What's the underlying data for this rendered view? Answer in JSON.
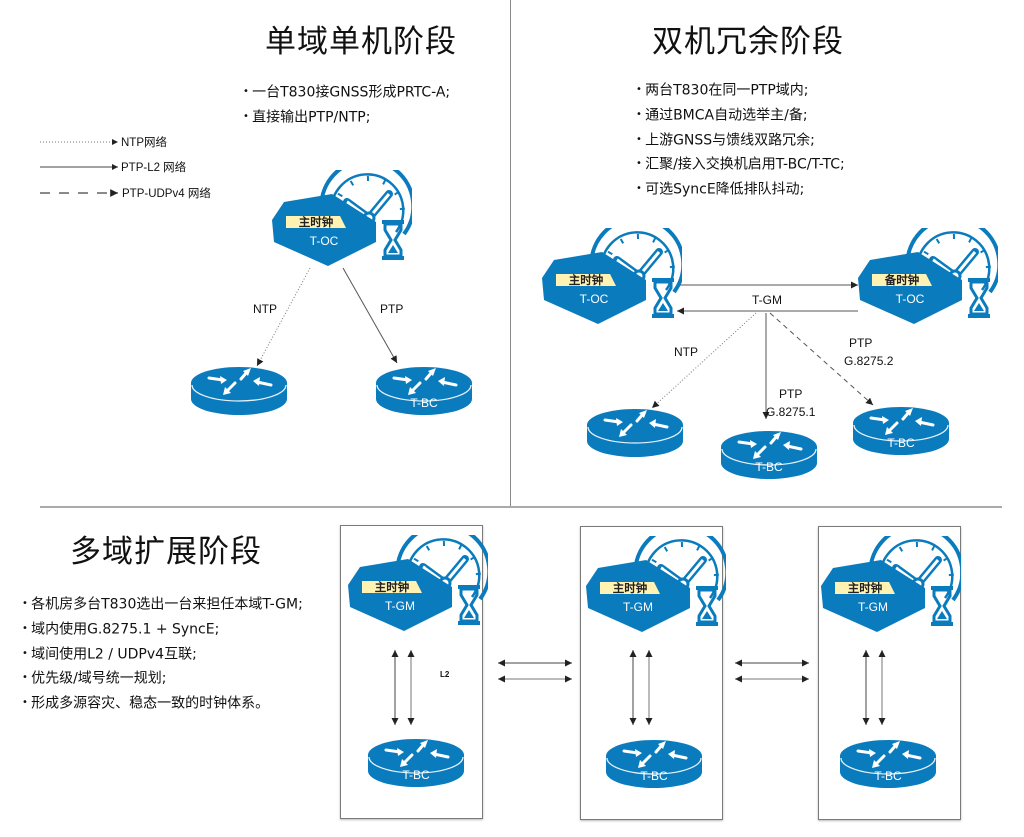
{
  "colors": {
    "device_blue": "#0a7bbd",
    "label_bg": "#fff2b3",
    "line": "#444444",
    "divider": "#999999"
  },
  "legend": [
    {
      "style": "dotted",
      "label": "NTP网络"
    },
    {
      "style": "solid",
      "label": "PTP-L2 网络"
    },
    {
      "style": "dashed",
      "label": "PTP-UDPv4 网络"
    }
  ],
  "stage1": {
    "title": "单域单机阶段",
    "bullets": [
      "一台T830接GNSS形成PRTC-A;",
      "直接输出PTP/NTP;"
    ],
    "clock": {
      "tag": "主时钟",
      "role": "T-OC"
    },
    "links": [
      {
        "label": "NTP",
        "style": "dotted"
      },
      {
        "label": "PTP",
        "style": "solid"
      }
    ],
    "routers": [
      {
        "label": ""
      },
      {
        "label": "T-BC"
      }
    ]
  },
  "stage2": {
    "title": "双机冗余阶段",
    "bullets": [
      "两台T830在同一PTP域内;",
      "通过BMCA自动选举主/备;",
      "上游GNSS与馈线双路冗余;",
      "汇聚/接入交换机启用T-BC/T-TC;",
      "可选SyncE降低排队抖动;"
    ],
    "clock_primary": {
      "tag": "主时钟",
      "role": "T-OC"
    },
    "clock_backup": {
      "tag": "备时钟",
      "role": "T-OC"
    },
    "center_label": "T-GM",
    "links": [
      {
        "label": "NTP",
        "style": "dotted"
      },
      {
        "label_line1": "PTP",
        "label_line2": "G.8275.1",
        "style": "solid"
      },
      {
        "label_line1": "PTP",
        "label_line2": "G.8275.2",
        "style": "dashed"
      }
    ],
    "routers": [
      {
        "label": ""
      },
      {
        "label": "T-BC"
      },
      {
        "label": "T-BC"
      }
    ]
  },
  "stage3": {
    "title": "多域扩展阶段",
    "bullets": [
      "各机房多台T830选出一台来担任本域T-GM;",
      "域内使用G.8275.1 + SyncE;",
      "域间使用L2 / UDPv4互联;",
      "优先级/域号统一规划;",
      "形成多源容灾、稳态一致的时钟体系。"
    ],
    "domains": [
      {
        "clock": {
          "tag": "主时钟",
          "role": "T-GM"
        },
        "router": "T-BC",
        "link_label": "L2"
      },
      {
        "clock": {
          "tag": "主时钟",
          "role": "T-GM"
        },
        "router": "T-BC",
        "link_label": ""
      },
      {
        "clock": {
          "tag": "主时钟",
          "role": "T-GM"
        },
        "router": "T-BC",
        "link_label": ""
      }
    ]
  }
}
